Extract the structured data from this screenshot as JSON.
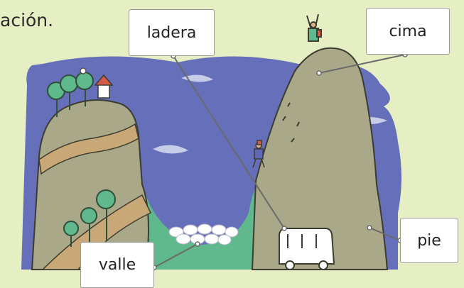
{
  "heading": "ación.",
  "labels": {
    "ladera": "ladera",
    "cima": "cima",
    "pie": "pie",
    "valle": "valle"
  },
  "colors": {
    "background": "#e6efc3",
    "sky": "#5f67b8",
    "mountain": "#a9a888",
    "path": "#c9a877",
    "grass": "#5fb98d",
    "leader_line": "#6a6a6a"
  }
}
